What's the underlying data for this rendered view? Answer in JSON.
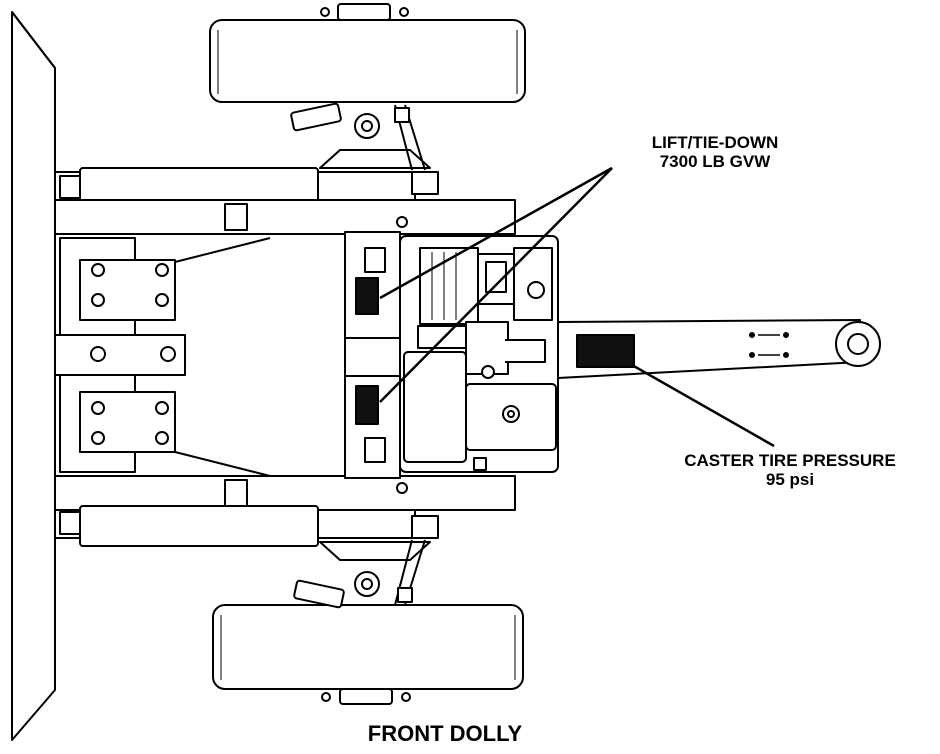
{
  "labels": {
    "lift_tie_down_line1": "LIFT/TIE-DOWN",
    "lift_tie_down_line2": "7300 LB GVW",
    "caster_tire_pressure_line1": "CASTER TIRE PRESSURE",
    "caster_tire_pressure_line2": "95 psi",
    "title": "FRONT DOLLY"
  },
  "colors": {
    "ink": "#000000",
    "paper": "#ffffff",
    "decal": "#111111"
  }
}
